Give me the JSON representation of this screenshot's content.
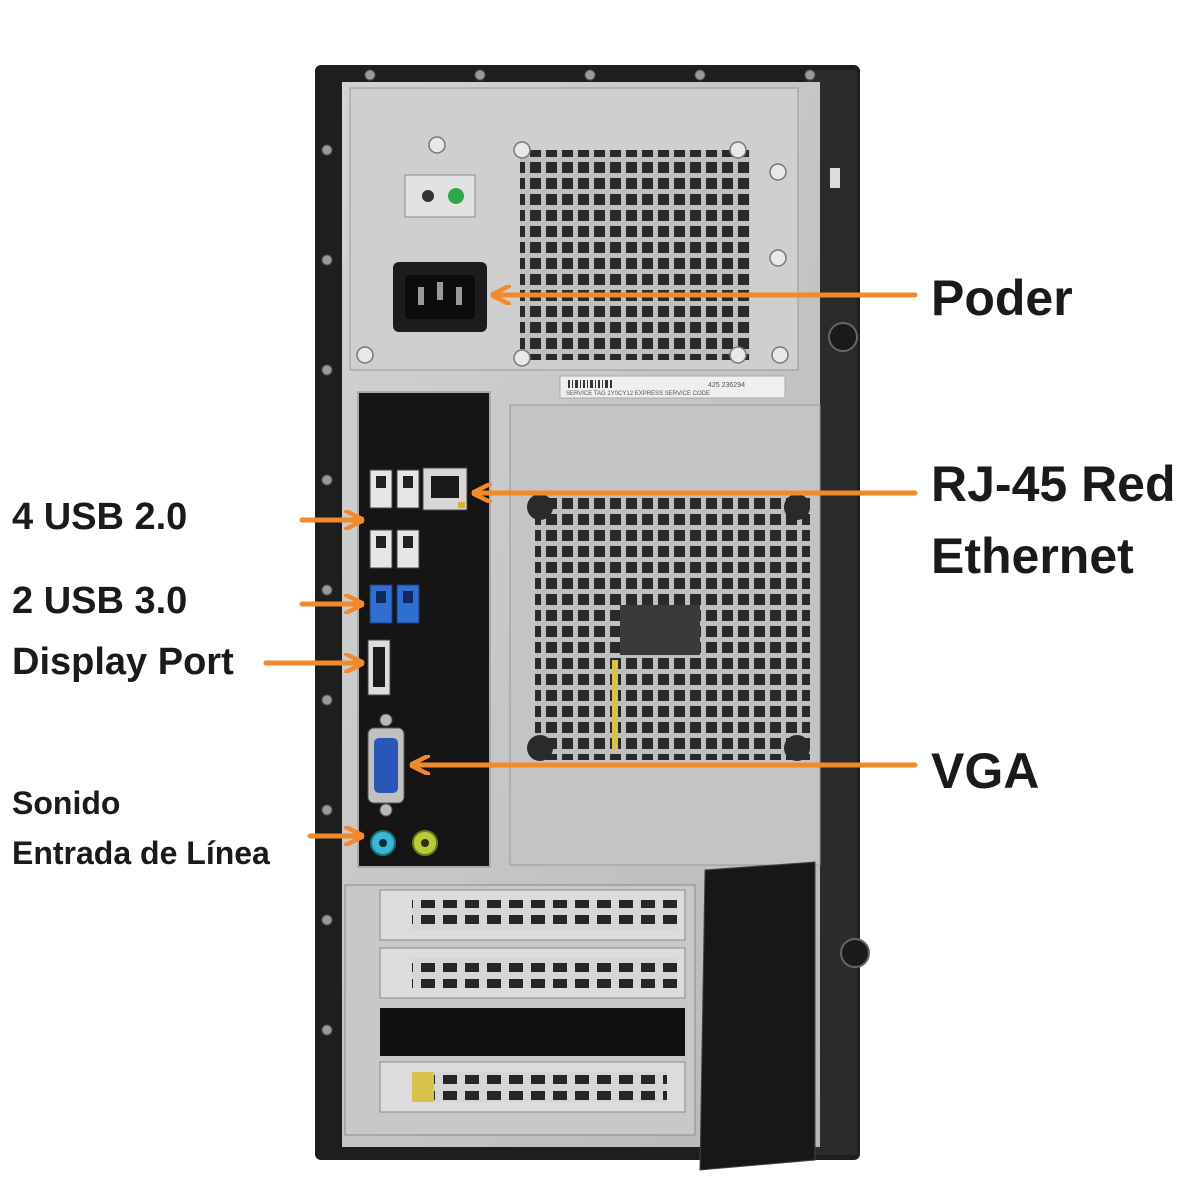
{
  "callouts": {
    "power": "Poder",
    "rj45_line1": "RJ-45 Red",
    "rj45_line2": "Ethernet",
    "vga": "VGA",
    "usb2": "4 USB 2.0",
    "usb3": "2 USB 3.0",
    "displayport": "Display Port",
    "sound_line1": "Sonido",
    "sound_line2": "Entrada de Línea"
  },
  "sticker": {
    "left": "SERVICE TAG 1Y0CY12  EXPRESS SERVICE CODE",
    "right": "425 236294"
  },
  "colors": {
    "arrow": "#f28a2c",
    "case_black": "#1e1e1e",
    "panel_metal": "#c9c9c9",
    "usb3_blue": "#2f6fd1",
    "vga_blue": "#2a56b8",
    "audio_cyan": "#3ab7d4",
    "audio_lime": "#b8cc3a",
    "power_led": "#2fa84a"
  }
}
